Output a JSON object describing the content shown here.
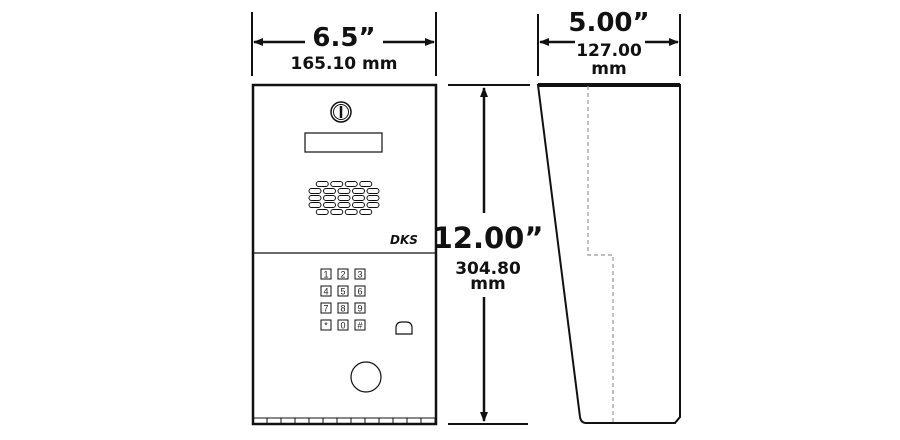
{
  "dimensions": {
    "width": {
      "inches": "6.5”",
      "metric": "165.10 mm"
    },
    "depth": {
      "inches": "5.00”",
      "metric_value": "127.00",
      "metric_unit": "mm"
    },
    "height": {
      "inches": "12.00”",
      "metric_value": "304.80",
      "metric_unit": "mm"
    }
  },
  "device": {
    "logo": "DKS",
    "keypad": [
      "1",
      "2",
      "3",
      "4",
      "5",
      "6",
      "7",
      "8",
      "9",
      "*",
      "0",
      "#"
    ]
  },
  "colors": {
    "line": "#111111",
    "dashed": "#999999"
  }
}
